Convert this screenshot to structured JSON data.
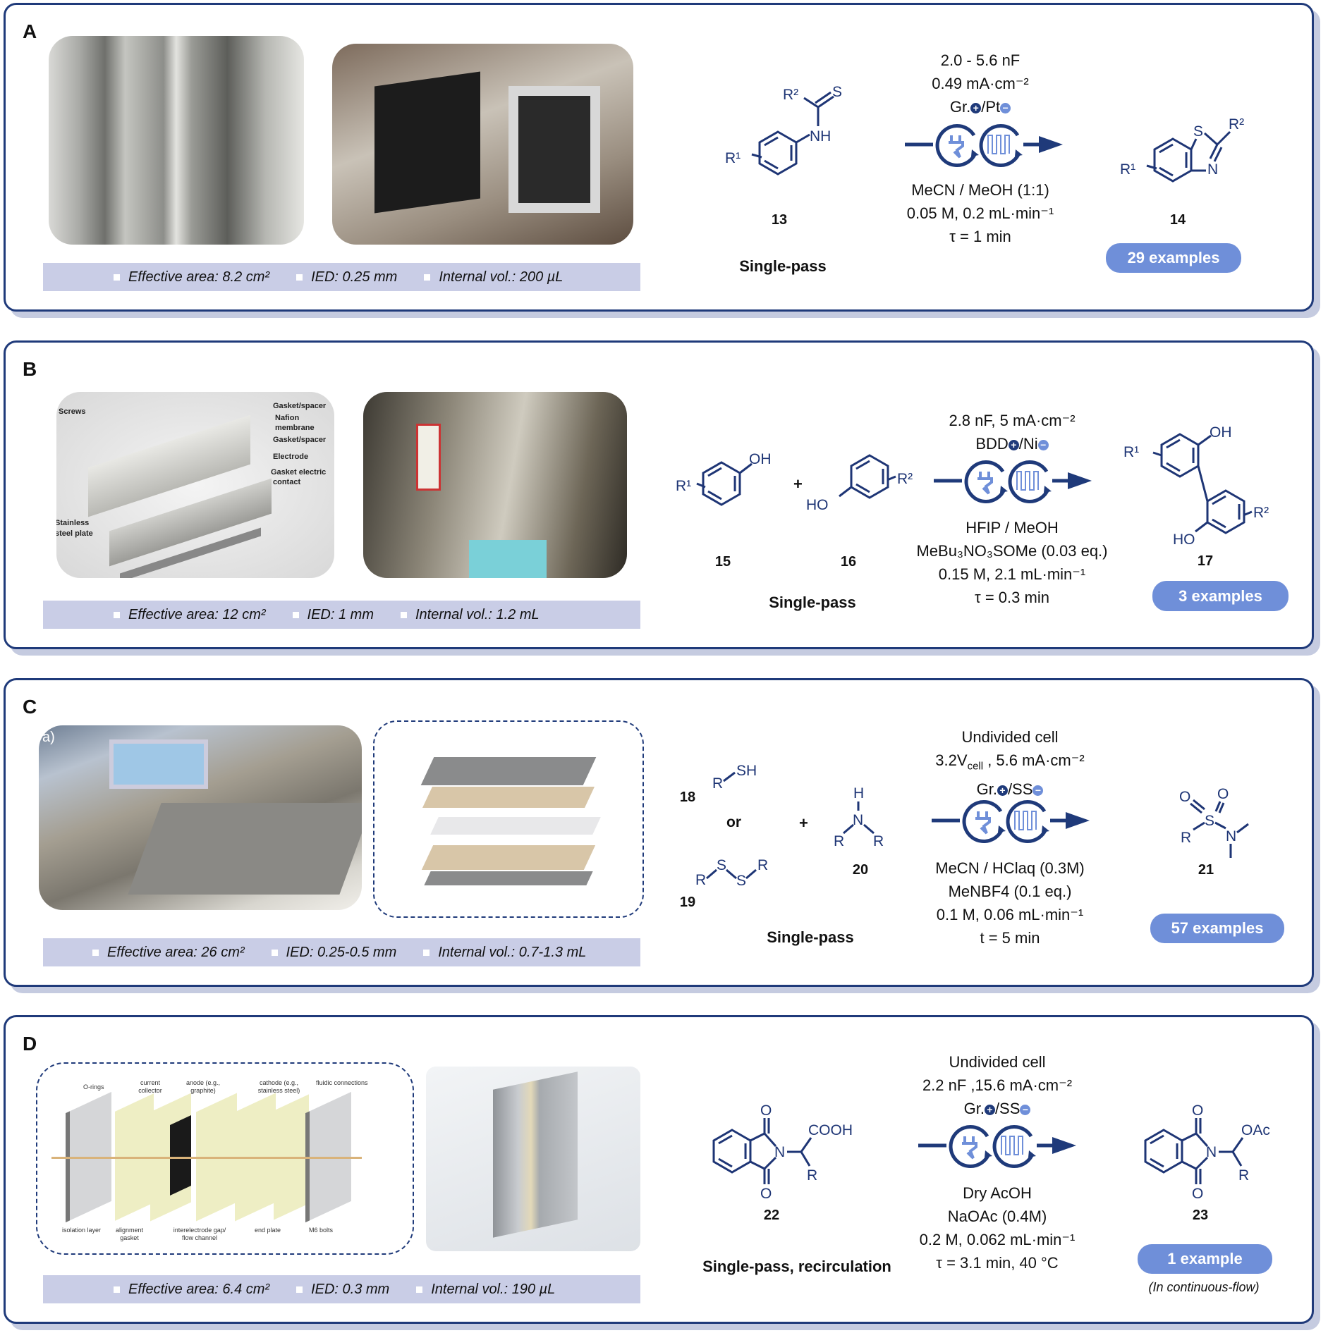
{
  "panels": {
    "A": {
      "letter": "A",
      "info": [
        "Effective area: 8.2 cm²",
        "IED: 0.25 mm",
        "Internal vol.: 200 µL"
      ],
      "cond_top": [
        "2.0 - 5.6 nF",
        "0.49 mA·cm⁻²"
      ],
      "anode": "Gr.",
      "cathode": "/Pt",
      "cond_bottom": [
        "MeCN / MeOH (1:1)",
        "0.05 M,  0.2 mL·min⁻¹",
        "τ = 1 min"
      ],
      "reactant": {
        "number": "13",
        "labels": [
          "R¹",
          "NH",
          "R²",
          "S"
        ]
      },
      "product": {
        "number": "14",
        "labels": [
          "R¹",
          "S",
          "N",
          "R²"
        ]
      },
      "mode": "Single-pass",
      "examples": "29 examples"
    },
    "B": {
      "letter": "B",
      "info": [
        "Effective area: 12 cm²",
        "IED: 1 mm",
        "Internal vol.: 1.2 mL"
      ],
      "photo_labels": [
        "Screws",
        "Gasket/spacer",
        "Nafion",
        "membrane",
        "Gasket/spacer",
        "Electrode",
        "Gasket electric",
        "contact",
        "Stainless",
        "steel plate"
      ],
      "cond_top": [
        "2.8 nF, 5 mA·cm⁻²"
      ],
      "anode": "BDD",
      "cathode": "/Ni",
      "cond_bottom": [
        "HFIP / MeOH",
        "MeBu₃NO₃SOMe (0.03 eq.)",
        "0.15 M, 2.1 mL·min⁻¹",
        "τ = 0.3 min"
      ],
      "reactant1": {
        "number": "15",
        "labels": [
          "R¹",
          "OH"
        ]
      },
      "reactant2": {
        "number": "16",
        "labels": [
          "HO",
          "R²"
        ]
      },
      "product": {
        "number": "17",
        "labels": [
          "R¹",
          "OH",
          "HO",
          "R²"
        ]
      },
      "plus": "+",
      "mode": "Single-pass",
      "examples": "3 examples"
    },
    "C": {
      "letter": "C",
      "info": [
        "Effective area: 26 cm²",
        "IED: 0.25-0.5 mm",
        "Internal vol.: 0.7-1.3 mL"
      ],
      "photo_label": "a)",
      "cond_top": [
        "Undivided cell"
      ],
      "voltage": "3.2V",
      "voltage_sub": "cell",
      "current": " , 5.6 mA·cm⁻²",
      "anode": "Gr.",
      "cathode": "/SS",
      "cond_bottom": [
        "MeCN / HClaq (0.3M)",
        "MeNBF4 (0.1 eq.)",
        "0.1 M, 0.06 mL·min⁻¹",
        "t = 5 min"
      ],
      "reactant1": {
        "number": "18",
        "labels": [
          "R",
          "SH"
        ]
      },
      "or": "or",
      "reactant1b": {
        "number": "19",
        "labels": [
          "R",
          "S",
          "S",
          "R"
        ]
      },
      "reactant2": {
        "number": "20",
        "labels": [
          "H",
          "N",
          "R",
          "R"
        ]
      },
      "product": {
        "number": "21",
        "labels": [
          "O",
          "O",
          "S",
          "R",
          "N"
        ]
      },
      "plus": "+",
      "mode": "Single-pass",
      "examples": "57 examples"
    },
    "D": {
      "letter": "D",
      "info": [
        "Effective area: 6.4 cm²",
        "IED: 0.3 mm",
        "Internal vol.: 190 µL"
      ],
      "diagram_labels": [
        "O-rings",
        "current collector",
        "anode (e.g., graphite)",
        "cathode (e.g., stainless steel)",
        "fluidic connections",
        "isolation layer",
        "alignment gasket",
        "interelectrode gap/ flow channel",
        "end plate",
        "M6 bolts"
      ],
      "cond_top": [
        "Undivided cell",
        "2.2 nF ,15.6 mA·cm⁻²"
      ],
      "anode": "Gr.",
      "cathode": "/SS",
      "cond_bottom": [
        "Dry AcOH",
        "NaOAc (0.4M)",
        "0.2 M, 0.062 mL·min⁻¹",
        "τ = 3.1 min, 40 °C"
      ],
      "reactant": {
        "number": "22",
        "labels": [
          "O",
          "N",
          "O",
          "COOH",
          "R"
        ]
      },
      "product": {
        "number": "23",
        "labels": [
          "O",
          "N",
          "O",
          "OAc",
          "R"
        ]
      },
      "mode": "Single-pass, recirculation",
      "examples": "1 example",
      "note": "(In continuous-flow)"
    }
  },
  "colors": {
    "border": "#1f3a7a",
    "badge": "#6f8fd9",
    "info_bar": "#c9cde6",
    "molecule": "#1e3575"
  }
}
